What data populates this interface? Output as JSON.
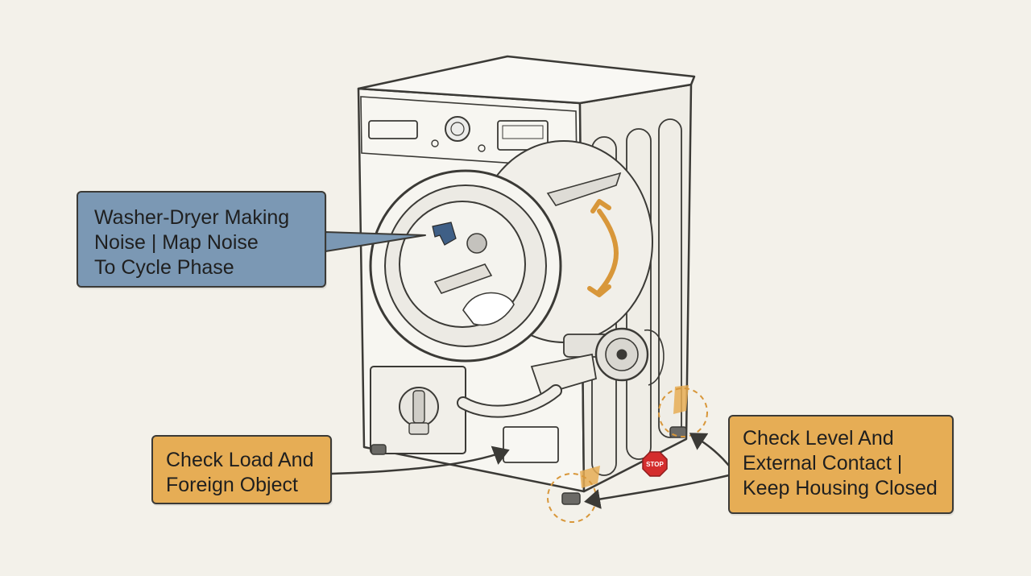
{
  "callouts": {
    "noise": "Washer-Dryer Making\nNoise | Map Noise\nTo Cycle Phase",
    "load": "Check Load And\nForeign Object",
    "level": "Check Level And\nExternal Contact |\nKeep Housing Closed"
  },
  "stop_sign": {
    "text": "STOP"
  },
  "colors": {
    "background": "#f3f1ea",
    "noise_callout": "#7b98b4",
    "warning_callout": "#e6ad55",
    "accent_arrow": "#d8973a",
    "stop_red": "#d42d2d",
    "line": "#3b3a36"
  },
  "icons": [
    "washer-dryer-illustration",
    "vibration-arrow-icon",
    "stop-sign-icon"
  ]
}
